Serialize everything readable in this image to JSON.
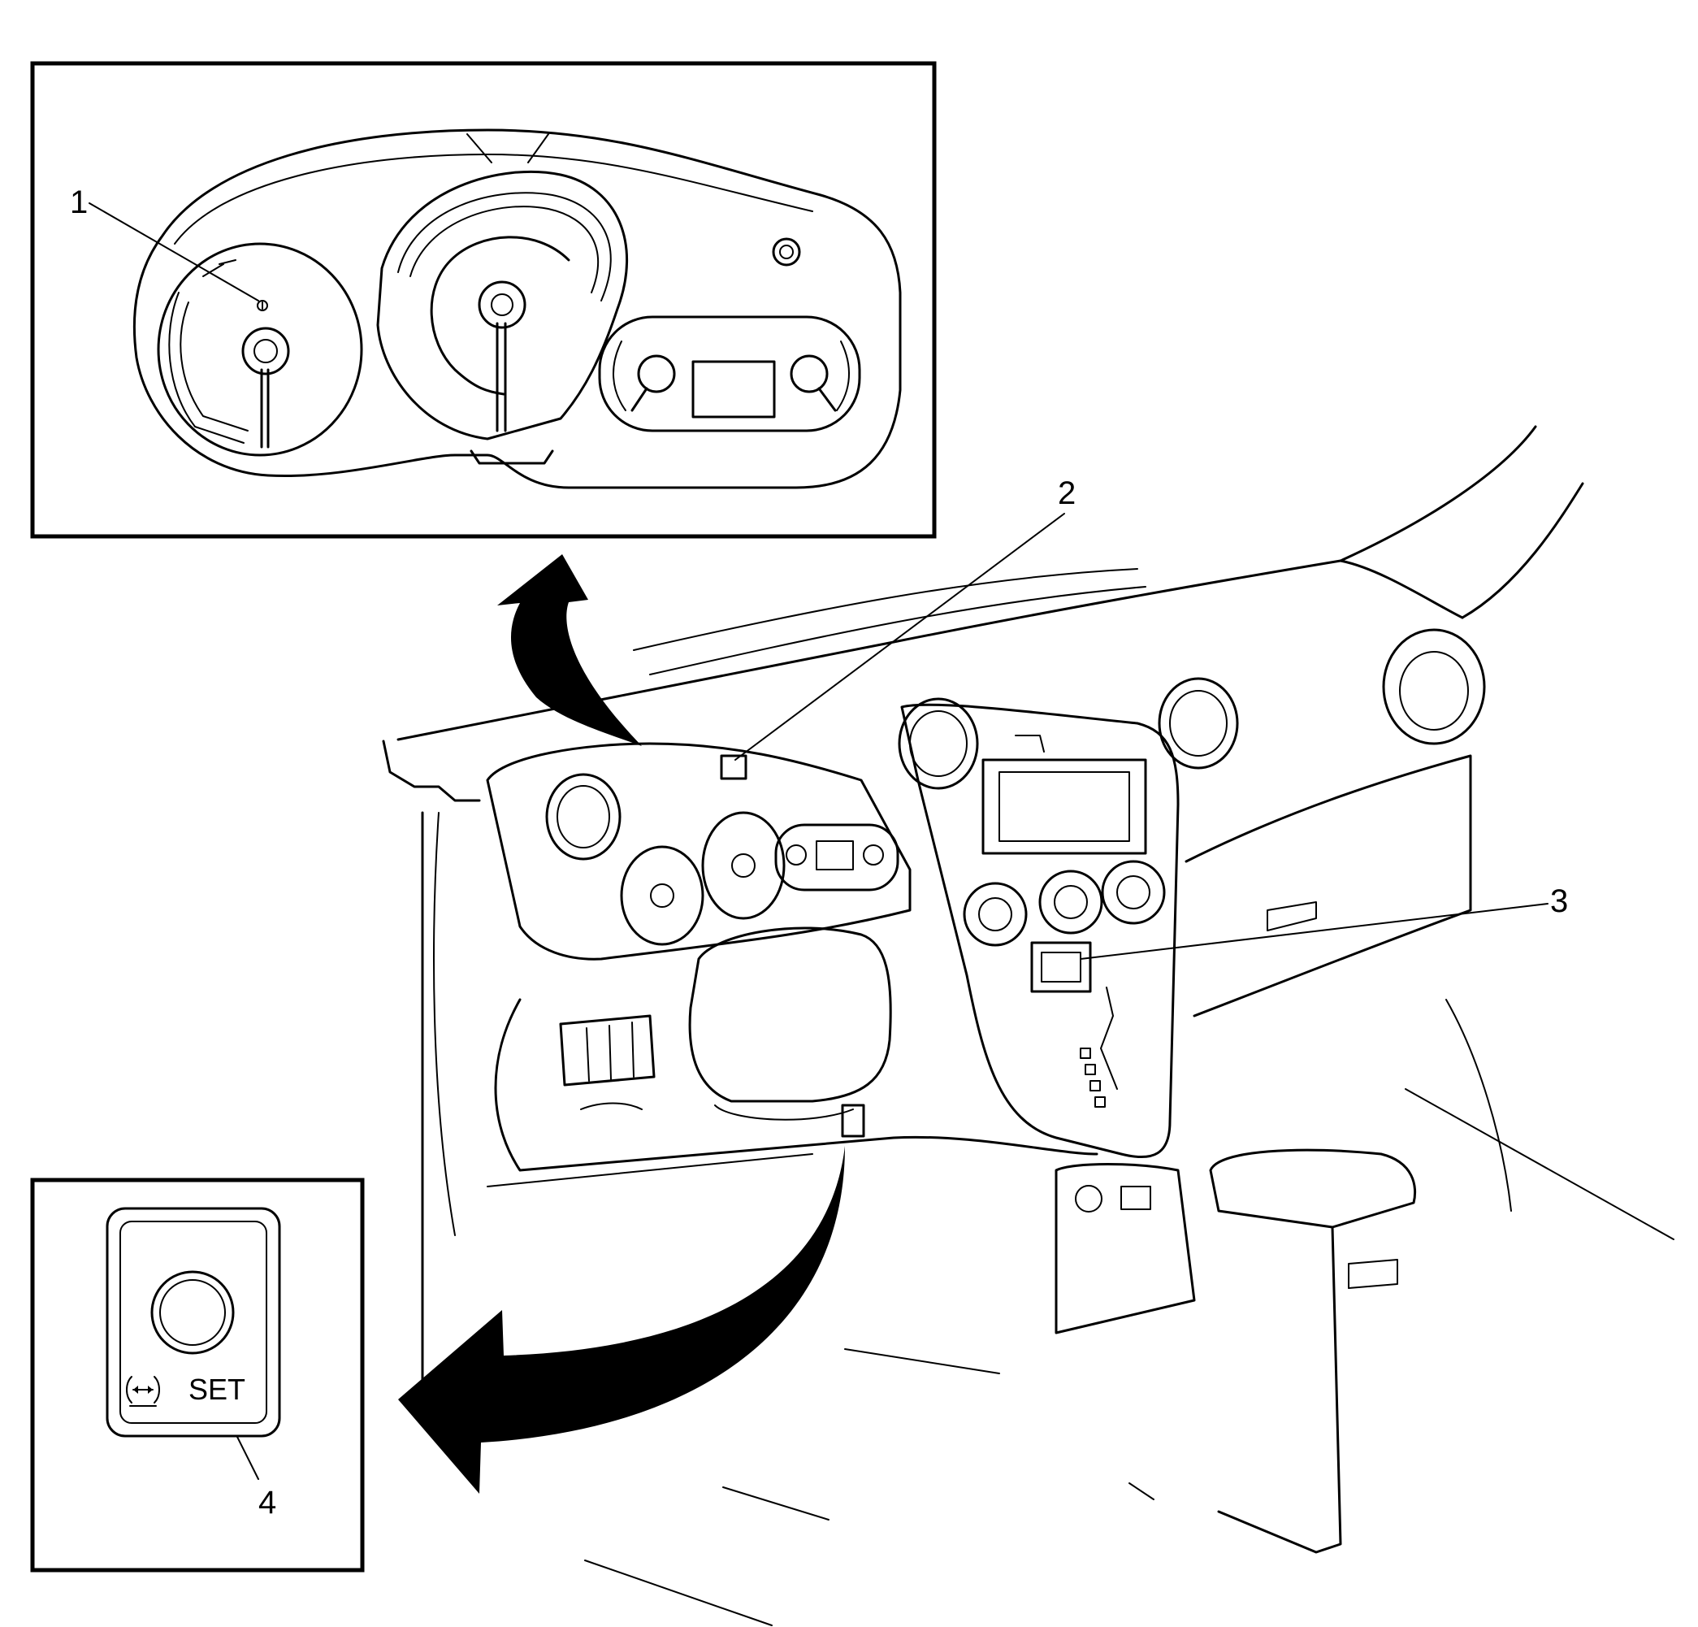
{
  "callouts": {
    "c1": "1",
    "c2": "2",
    "c3": "3",
    "c4": "4"
  },
  "tpms_button": {
    "label": "SET",
    "icon": "tire-pressure-icon"
  }
}
